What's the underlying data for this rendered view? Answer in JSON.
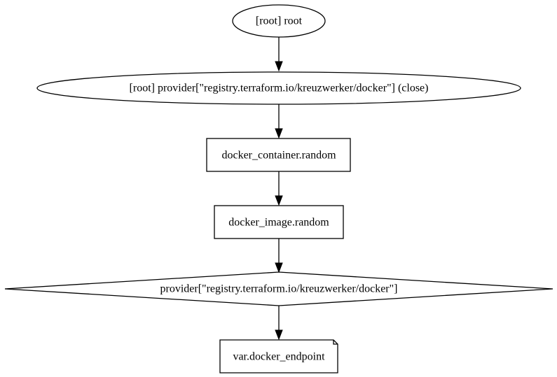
{
  "graph": {
    "nodes": [
      {
        "id": "root",
        "label": "[root] root",
        "shape": "ellipse"
      },
      {
        "id": "provider_close",
        "label": "[root] provider[\"registry.terraform.io/kreuzwerker/docker\"] (close)",
        "shape": "ellipse"
      },
      {
        "id": "container",
        "label": "docker_container.random",
        "shape": "box"
      },
      {
        "id": "image",
        "label": "docker_image.random",
        "shape": "box"
      },
      {
        "id": "provider",
        "label": "provider[\"registry.terraform.io/kreuzwerker/docker\"]",
        "shape": "diamond"
      },
      {
        "id": "var_endpoint",
        "label": "var.docker_endpoint",
        "shape": "note"
      }
    ],
    "edges": [
      {
        "from": "root",
        "to": "provider_close"
      },
      {
        "from": "provider_close",
        "to": "container"
      },
      {
        "from": "container",
        "to": "image"
      },
      {
        "from": "image",
        "to": "provider"
      },
      {
        "from": "provider",
        "to": "var_endpoint"
      }
    ]
  }
}
